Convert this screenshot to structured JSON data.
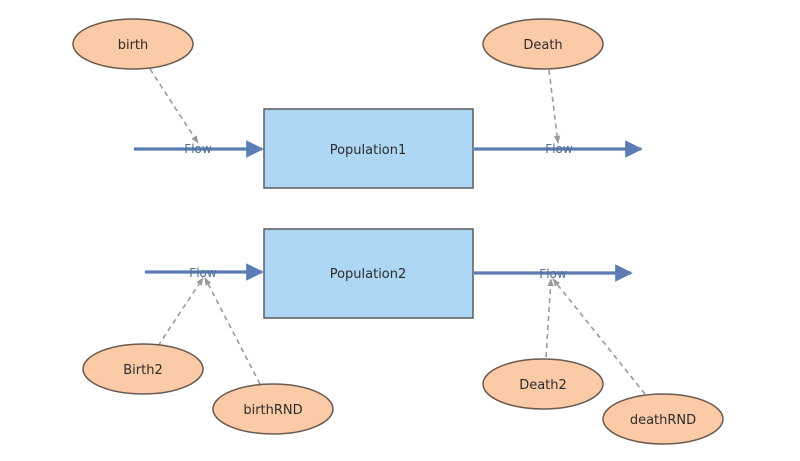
{
  "diagram": {
    "stocks": [
      {
        "id": "population1",
        "label": "Population1"
      },
      {
        "id": "population2",
        "label": "Population2"
      }
    ],
    "parameters": [
      {
        "id": "birth",
        "label": "birth"
      },
      {
        "id": "death",
        "label": "Death"
      },
      {
        "id": "birth2",
        "label": "Birth2"
      },
      {
        "id": "birthRND",
        "label": "birthRND"
      },
      {
        "id": "death2",
        "label": "Death2"
      },
      {
        "id": "deathRND",
        "label": "deathRND"
      }
    ],
    "flows": [
      {
        "id": "flow-in-1",
        "label": "Flow",
        "from": null,
        "to": "population1"
      },
      {
        "id": "flow-out-1",
        "label": "Flow",
        "from": "population1",
        "to": null
      },
      {
        "id": "flow-in-2",
        "label": "Flow",
        "from": null,
        "to": "population2"
      },
      {
        "id": "flow-out-2",
        "label": "Flow",
        "from": "population2",
        "to": null
      }
    ],
    "links": [
      {
        "from": "birth",
        "to": "flow-in-1"
      },
      {
        "from": "death",
        "to": "flow-out-1"
      },
      {
        "from": "birth2",
        "to": "flow-in-2"
      },
      {
        "from": "birthRND",
        "to": "flow-in-2"
      },
      {
        "from": "death2",
        "to": "flow-out-2"
      },
      {
        "from": "deathRND",
        "to": "flow-out-2"
      }
    ],
    "colors": {
      "stock_fill": "#aed6f5",
      "parameter_fill": "#fbcba7",
      "flow": "#5b7db4",
      "link": "#9a9a9a"
    }
  }
}
